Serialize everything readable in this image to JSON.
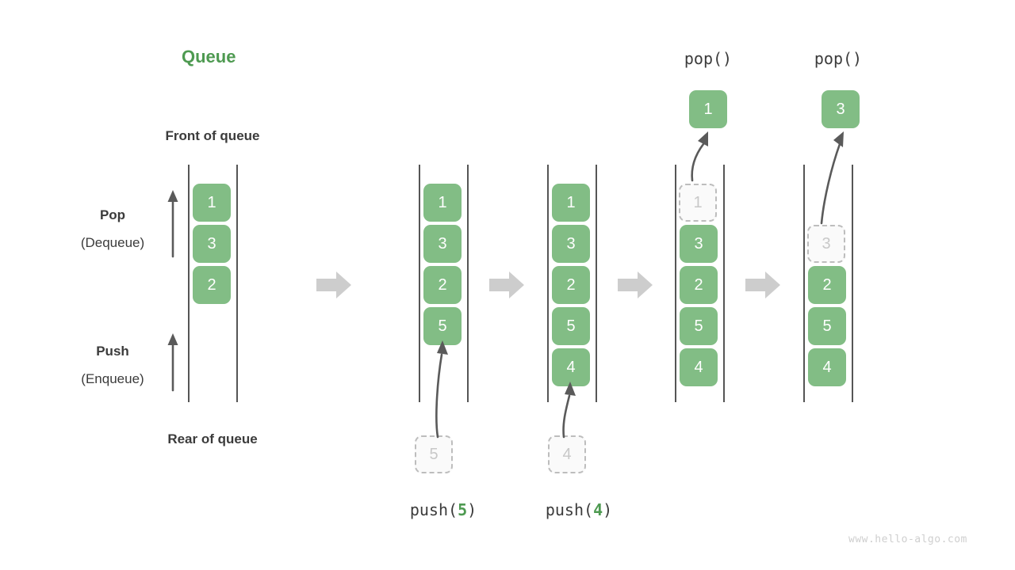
{
  "page": {
    "title": "Queue",
    "title_color": "#4e9a51",
    "cell_color": "#82bd85",
    "ghost_border_color": "#bdbdbd",
    "rail_color": "#555555",
    "step_arrow_color": "#cdcdcd",
    "watermark": "www.hello-algo.com"
  },
  "legend": {
    "front_label": "Front of queue",
    "rear_label": "Rear of queue",
    "pop_label": "Pop",
    "pop_sublabel": "(Dequeue)",
    "push_label": "Push",
    "push_sublabel": "(Enqueue)",
    "pop_arrow_icon": "arrow-up-icon",
    "push_arrow_icon": "arrow-up-icon"
  },
  "chart_data": {
    "type": "diagram",
    "title": "Queue",
    "description": "Queue push (enqueue) and pop (dequeue) operations shown as five sequential states.",
    "stages": [
      {
        "id": "initial",
        "caption": "",
        "operation": "",
        "cells": [
          {
            "value": "1",
            "state": "filled"
          },
          {
            "value": "3",
            "state": "filled"
          },
          {
            "value": "2",
            "state": "filled"
          }
        ],
        "incoming": null,
        "outgoing": null
      },
      {
        "id": "after-push-5",
        "caption": "push(5)",
        "operation": "push",
        "operation_arg": "5",
        "cells": [
          {
            "value": "1",
            "state": "filled"
          },
          {
            "value": "3",
            "state": "filled"
          },
          {
            "value": "2",
            "state": "filled"
          },
          {
            "value": "5",
            "state": "filled"
          }
        ],
        "incoming": {
          "value": "5",
          "state": "ghost"
        },
        "outgoing": null
      },
      {
        "id": "after-push-4",
        "caption": "push(4)",
        "operation": "push",
        "operation_arg": "4",
        "cells": [
          {
            "value": "1",
            "state": "filled"
          },
          {
            "value": "3",
            "state": "filled"
          },
          {
            "value": "2",
            "state": "filled"
          },
          {
            "value": "5",
            "state": "filled"
          },
          {
            "value": "4",
            "state": "filled"
          }
        ],
        "incoming": {
          "value": "4",
          "state": "ghost"
        },
        "outgoing": null
      },
      {
        "id": "after-pop-1",
        "caption": "pop()",
        "operation": "pop",
        "cells": [
          {
            "value": "1",
            "state": "ghost"
          },
          {
            "value": "3",
            "state": "filled"
          },
          {
            "value": "2",
            "state": "filled"
          },
          {
            "value": "5",
            "state": "filled"
          },
          {
            "value": "4",
            "state": "filled"
          }
        ],
        "incoming": null,
        "outgoing": {
          "value": "1",
          "state": "filled"
        }
      },
      {
        "id": "after-pop-3",
        "caption": "pop()",
        "operation": "pop",
        "cells": [
          {
            "value": "3",
            "state": "ghost"
          },
          {
            "value": "2",
            "state": "filled"
          },
          {
            "value": "5",
            "state": "filled"
          },
          {
            "value": "4",
            "state": "filled"
          }
        ],
        "incoming": null,
        "outgoing": {
          "value": "3",
          "state": "filled"
        }
      }
    ],
    "step_arrows": 4
  },
  "cells": {
    "s1_c0": "1",
    "s1_c1": "3",
    "s1_c2": "2",
    "s2_c0": "1",
    "s2_c1": "3",
    "s2_c2": "2",
    "s2_c3": "5",
    "s2_in": "5",
    "s3_c0": "1",
    "s3_c1": "3",
    "s3_c2": "2",
    "s3_c3": "5",
    "s3_c4": "4",
    "s3_in": "4",
    "s4_c0": "1",
    "s4_c1": "3",
    "s4_c2": "2",
    "s4_c3": "5",
    "s4_c4": "4",
    "s4_out": "1",
    "s5_c0": "3",
    "s5_c1": "2",
    "s5_c2": "5",
    "s5_c3": "4",
    "s5_out": "3"
  },
  "captions": {
    "push5_prefix": "push(",
    "push5_arg": "5",
    "push5_suffix": ")",
    "push4_prefix": "push(",
    "push4_arg": "4",
    "push4_suffix": ")",
    "pop1": "pop()",
    "pop2": "pop()"
  }
}
